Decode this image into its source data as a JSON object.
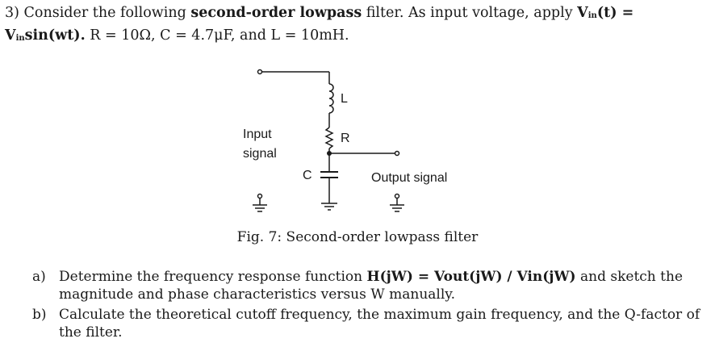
{
  "intro": {
    "number": "3) Consider the following",
    "filter_type": "second-order lowpass",
    "mid": "filter. As input voltage, apply",
    "vin_t": "V",
    "vin_t_sub": "in",
    "vin_t_tail": "(t) =",
    "amp": "V",
    "amp_sub": "in",
    "amp_tail": "sin(wt).",
    "params": "R = 10Ω, C = 4.7μF, and L = 10mH."
  },
  "circuit": {
    "input_label_1": "Input",
    "input_label_2": "signal",
    "label_L": "L",
    "label_R": "R",
    "label_C": "C",
    "output_label": "Output signal"
  },
  "caption": "Fig. 7: Second-order lowpass filter",
  "questions": [
    {
      "letter": "a)",
      "pre": "Determine the frequency response function",
      "formula": "H(jW) = Vout(jW) / Vin(jW)",
      "post": "and sketch the magnitude and phase characteristics versus W manually."
    },
    {
      "letter": "b)",
      "text": "Calculate the theoretical cutoff frequency, the maximum gain frequency, and the Q-factor of the filter."
    }
  ]
}
